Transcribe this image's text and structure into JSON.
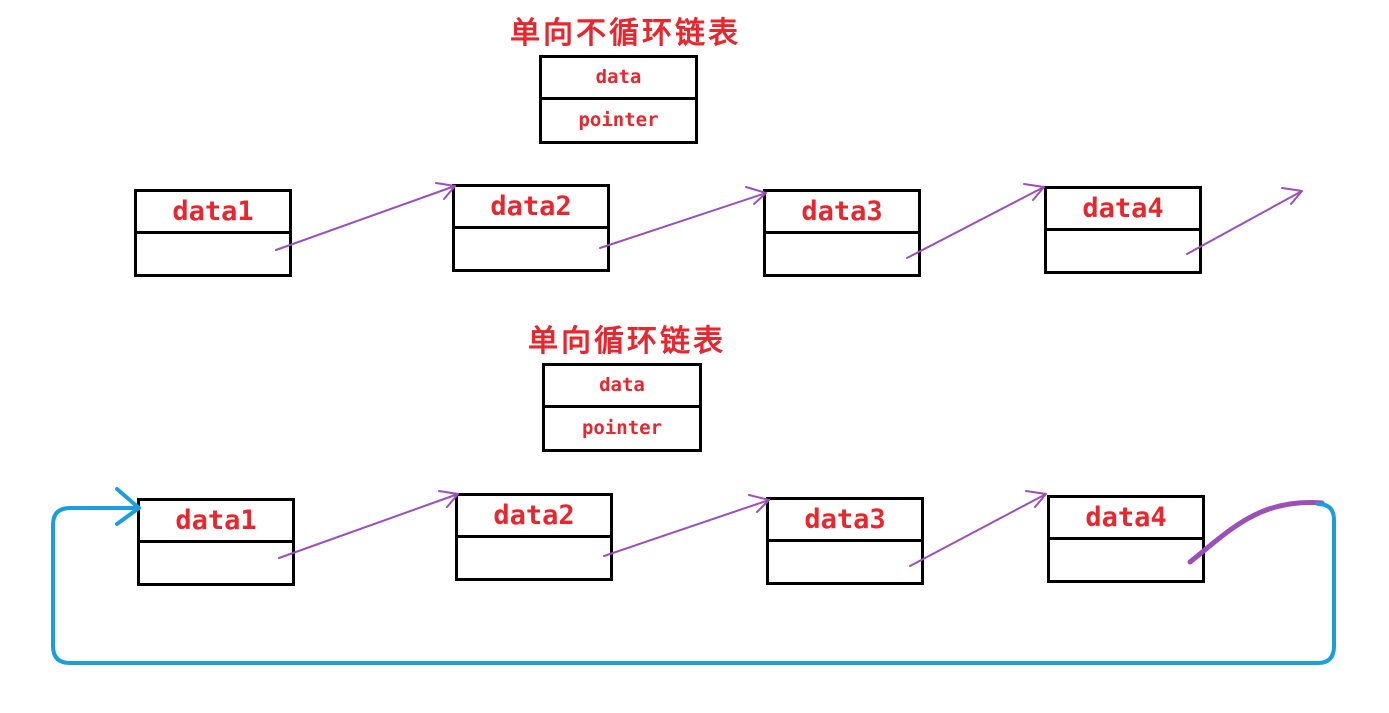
{
  "sections": [
    {
      "title": "单向不循环链表",
      "legend": {
        "data": "data",
        "pointer": "pointer"
      },
      "nodes": [
        "data1",
        "data2",
        "data3",
        "data4"
      ],
      "circular": false
    },
    {
      "title": "单向循环链表",
      "legend": {
        "data": "data",
        "pointer": "pointer"
      },
      "nodes": [
        "data1",
        "data2",
        "data3",
        "data4"
      ],
      "circular": true
    }
  ],
  "colors": {
    "label": "#e8262e",
    "pointer_arrow": "#9b4fb8",
    "return_arrow": "#1a9fdc",
    "box_border": "#000000"
  }
}
